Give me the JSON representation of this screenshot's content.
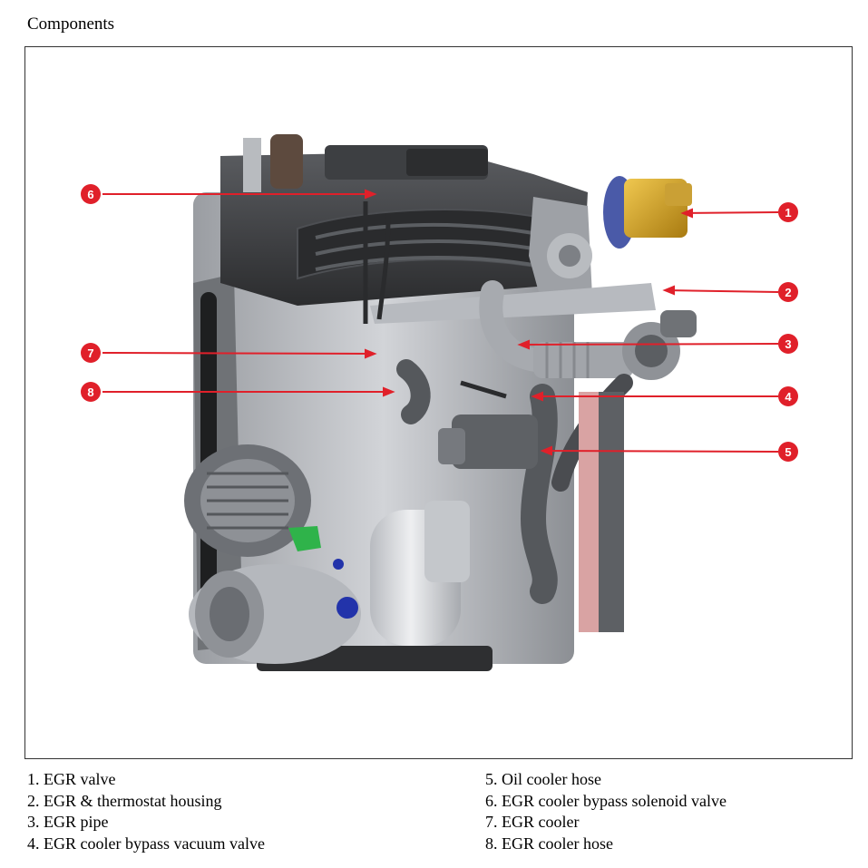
{
  "page": {
    "title": "Components"
  },
  "legend": {
    "left": [
      "1. EGR valve",
      "2. EGR & thermostat housing",
      "3. EGR pipe",
      "4. EGR cooler bypass vacuum valve"
    ],
    "right": [
      "5. Oil cooler hose",
      "6. EGR cooler bypass solenoid valve",
      "7. EGR cooler",
      "8. EGR cooler hose"
    ]
  },
  "callouts": [
    "1",
    "2",
    "3",
    "4",
    "5",
    "6",
    "7",
    "8"
  ],
  "colors": {
    "callout": "#e0202a",
    "engine_dark": "#3a3a3a",
    "engine_mid": "#8a8d92",
    "engine_light": "#c9cbcf",
    "egr_valve": "#d9a520",
    "egr_valve_blue": "#4a5aa8",
    "bracket_green": "#2fb34a",
    "cap_blue": "#2233aa"
  }
}
